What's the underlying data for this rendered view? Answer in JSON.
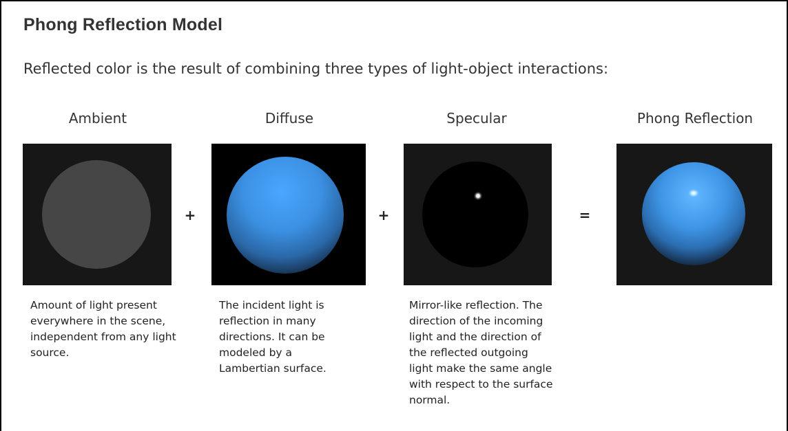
{
  "title": "Phong Reflection Model",
  "intro": "Reflected color is the result of combining three types of light-object interactions:",
  "columns": [
    {
      "title": "Ambient",
      "description": "Amount of light present everywhere in the scene, independent from any light source."
    },
    {
      "title": "Diffuse",
      "description": "The incident light is reflection in many directions. It can be modeled by a Lambertian surface."
    },
    {
      "title": "Specular",
      "description": "Mirror-like reflection. The direction of the incoming light and the direction of the reflected outgoing light make the same angle with respect to the surface normal."
    },
    {
      "title": "Phong Reflection"
    }
  ],
  "operators": [
    "+",
    "+",
    "="
  ],
  "colors": {
    "panel_bg": "#171717",
    "ambient_disc": "#464646",
    "sphere_blue": "#3a8fe0",
    "sphere_highlight": "#8fd0ff"
  }
}
